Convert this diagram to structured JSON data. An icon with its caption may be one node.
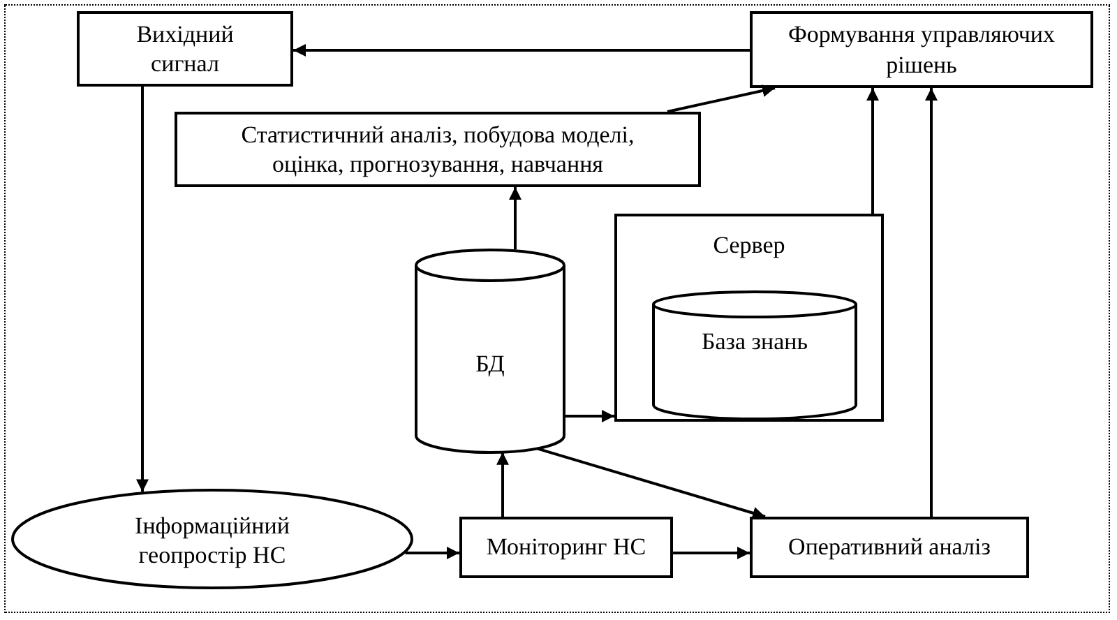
{
  "diagram": {
    "nodes": [
      {
        "text": [
          "Вихідний сигнал"
        ]
      },
      {
        "text": [
          "Формування управляючих рішень"
        ]
      },
      {
        "text": [
          "Статистичний аналіз, побудова моделі, оцінка, прогнозування, навчання"
        ]
      },
      {
        "text": [
          "Сервер"
        ]
      },
      {
        "text": [
          "База знань"
        ],
        "in": 3
      },
      {
        "text": [
          "БД"
        ]
      },
      {
        "text": [
          "Інформаційний геопростір НС"
        ]
      },
      {
        "text": [
          "Моніторинг НС"
        ]
      },
      {
        "text": [
          "Оперативний аналіз"
        ]
      }
    ],
    "edges": [
      {
        "from": 1,
        "to": 0,
        "arrow": "to"
      },
      {
        "from": 2,
        "to": 1,
        "arrow": "to"
      },
      {
        "from": 3,
        "to": 1,
        "arrow": "to"
      },
      {
        "from": 8,
        "to": 1,
        "arrow": "to"
      },
      {
        "from": 5,
        "to": 2,
        "arrow": "to"
      },
      {
        "from": 5,
        "to": 3,
        "arrow": "to"
      },
      {
        "from": 5,
        "to": 8,
        "arrow": "to"
      },
      {
        "from": 7,
        "to": 5,
        "arrow": "to"
      },
      {
        "from": 6,
        "to": 7,
        "arrow": "to"
      },
      {
        "from": 7,
        "to": 8,
        "arrow": "to"
      },
      {
        "from": 0,
        "to": 6,
        "arrow": "to"
      }
    ]
  }
}
